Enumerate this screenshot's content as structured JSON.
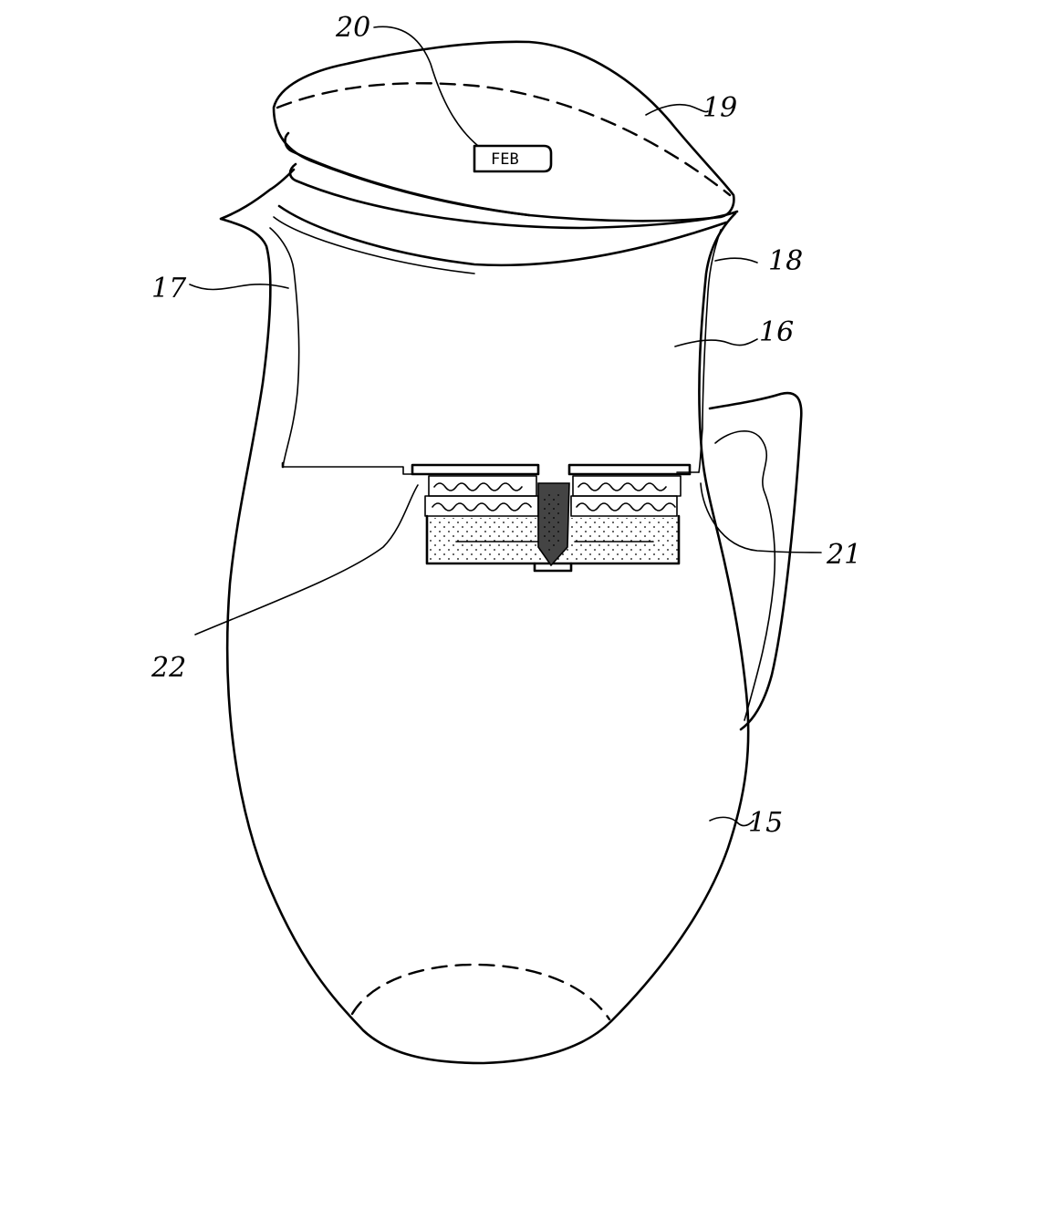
{
  "figure": {
    "labels": {
      "ref_15": "15",
      "ref_16": "16",
      "ref_17": "17",
      "ref_18": "18",
      "ref_19": "19",
      "ref_20": "20",
      "ref_21": "21",
      "ref_22": "22"
    },
    "indicator_tag": "FEB"
  }
}
